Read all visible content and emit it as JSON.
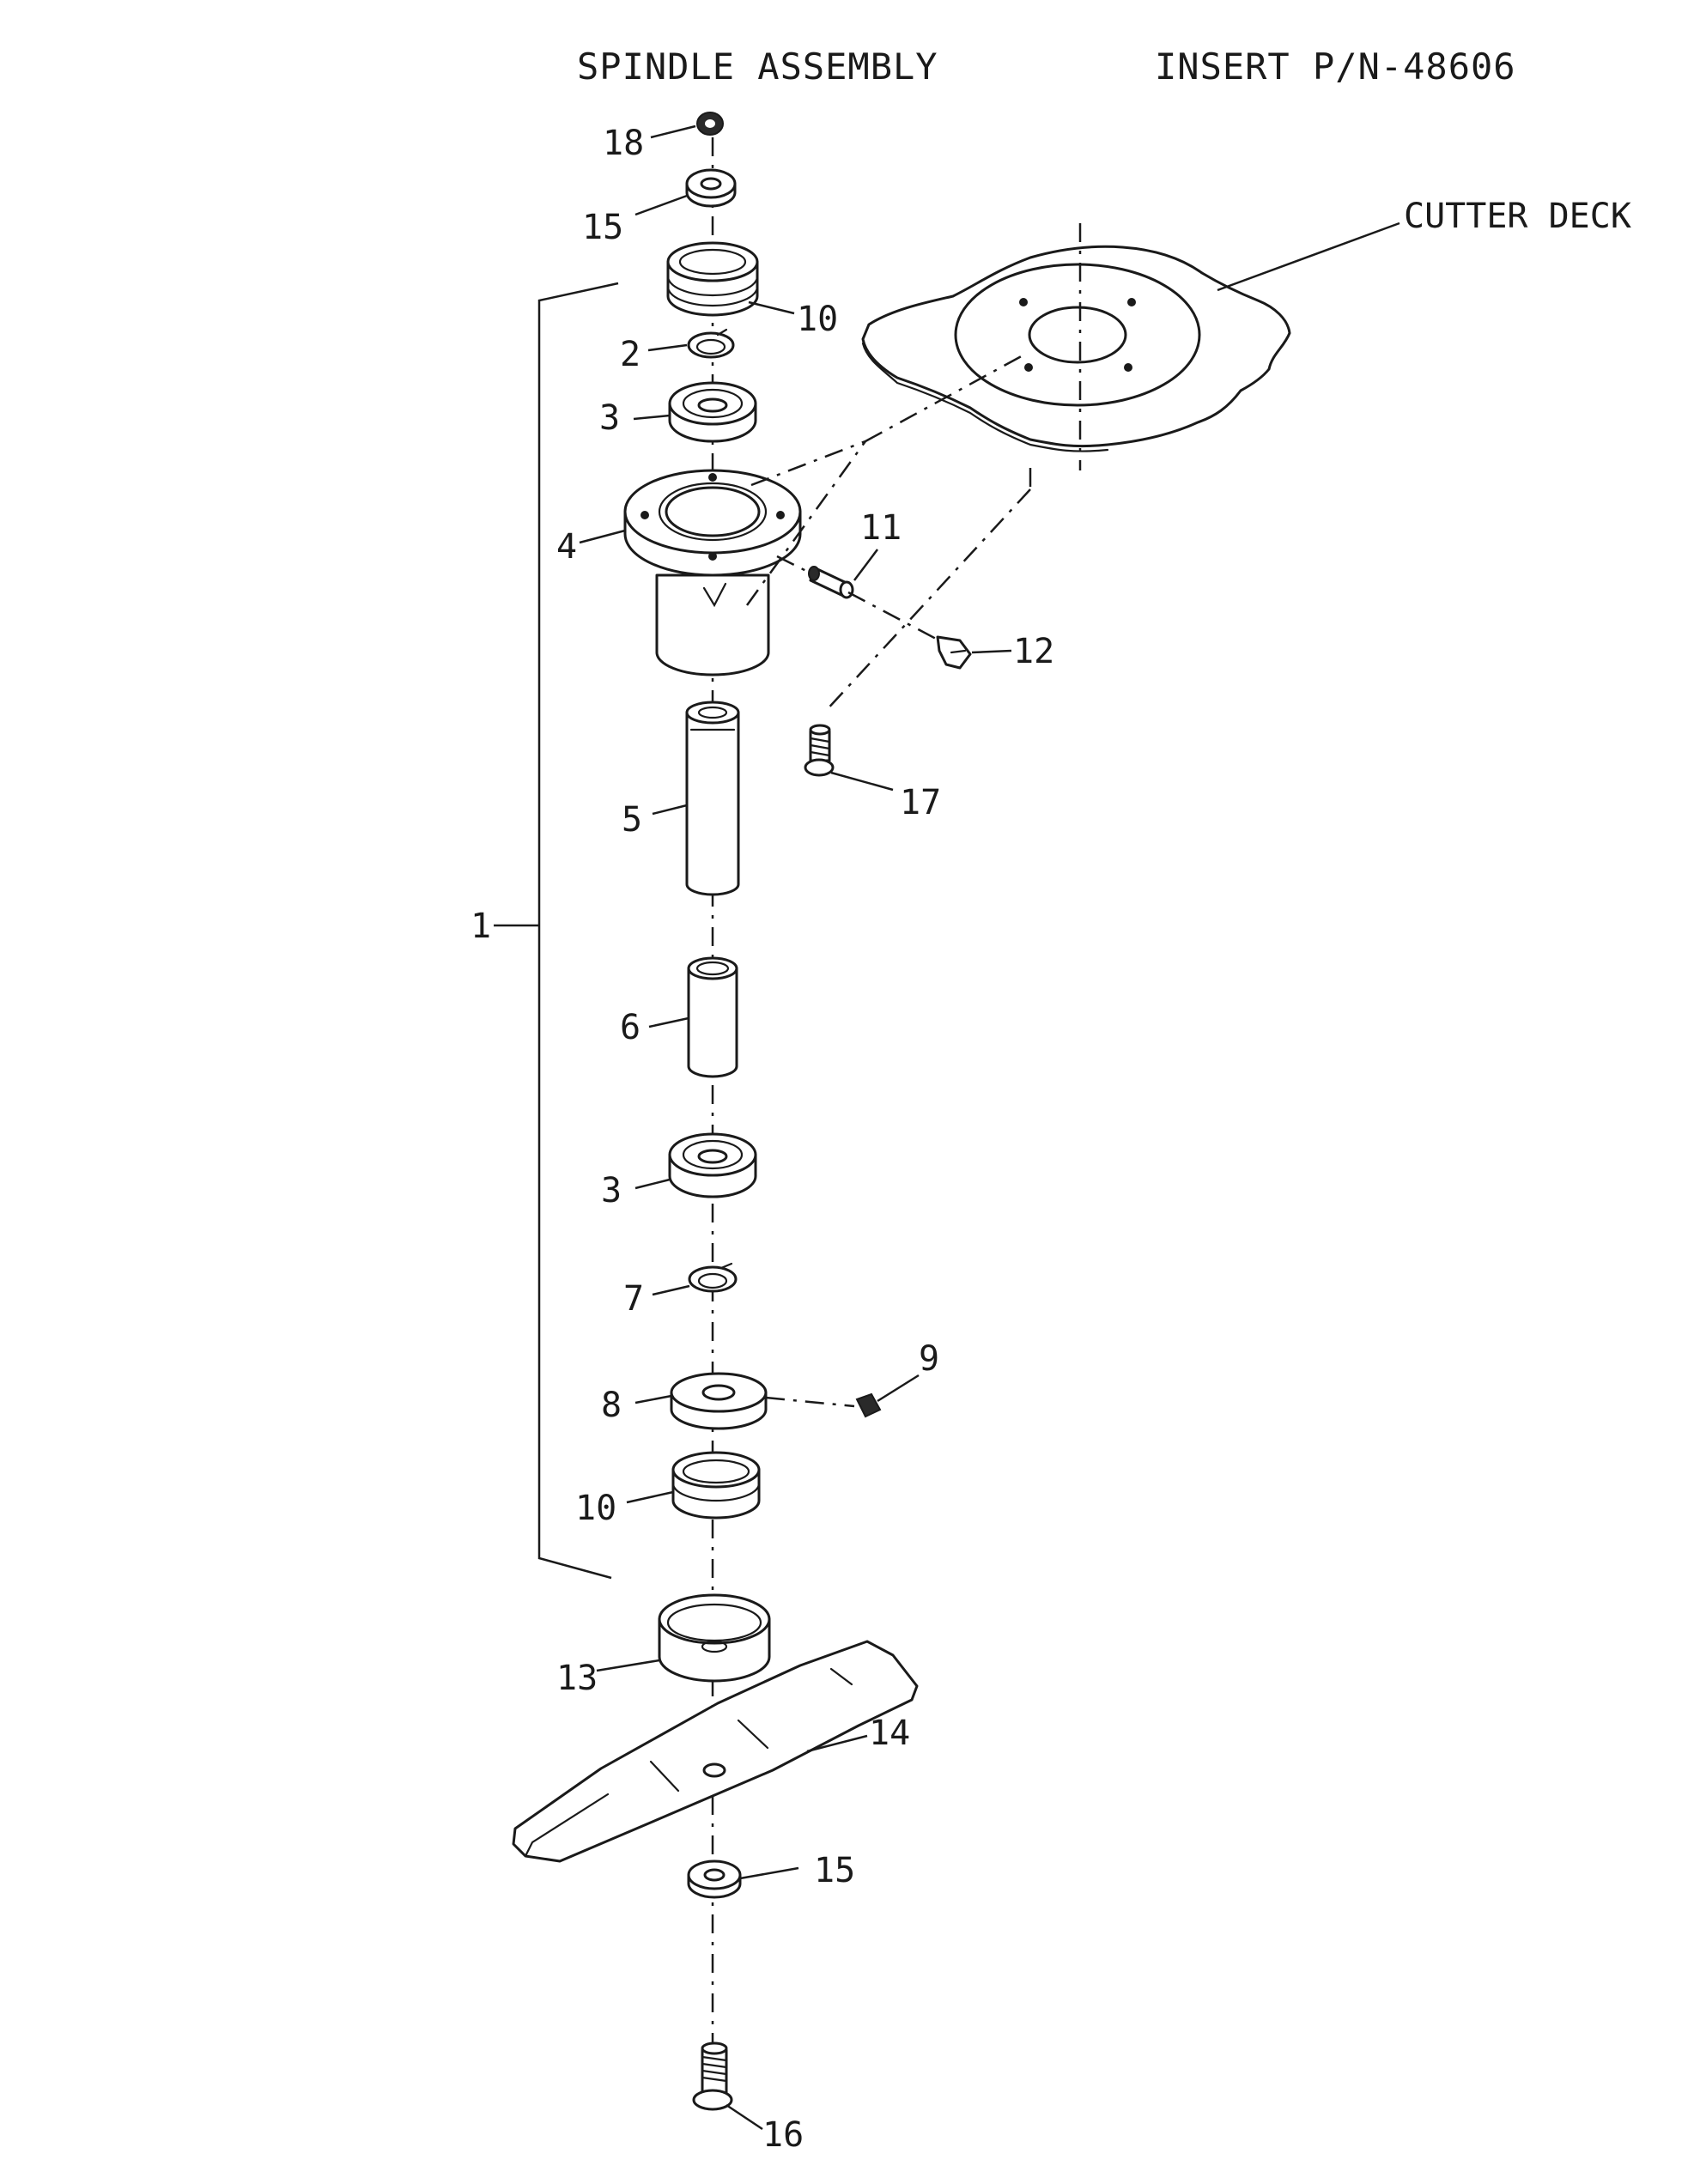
{
  "header": {
    "title": "SPINDLE ASSEMBLY",
    "part_number": "INSERT P/N-48606"
  },
  "labels": {
    "cutter_deck": "CUTTER DECK",
    "n1": "1",
    "n2": "2",
    "n3_upper": "3",
    "n3_lower": "3",
    "n4": "4",
    "n5": "5",
    "n6": "6",
    "n7": "7",
    "n8": "8",
    "n9": "9",
    "n10_upper": "10",
    "n10_lower": "10",
    "n11": "11",
    "n12": "12",
    "n13": "13",
    "n14": "14",
    "n15_upper": "15",
    "n15_lower": "15",
    "n16": "16",
    "n17": "17",
    "n18": "18"
  },
  "colors": {
    "ink": "#1a1a1a",
    "paper": "#ffffff"
  }
}
